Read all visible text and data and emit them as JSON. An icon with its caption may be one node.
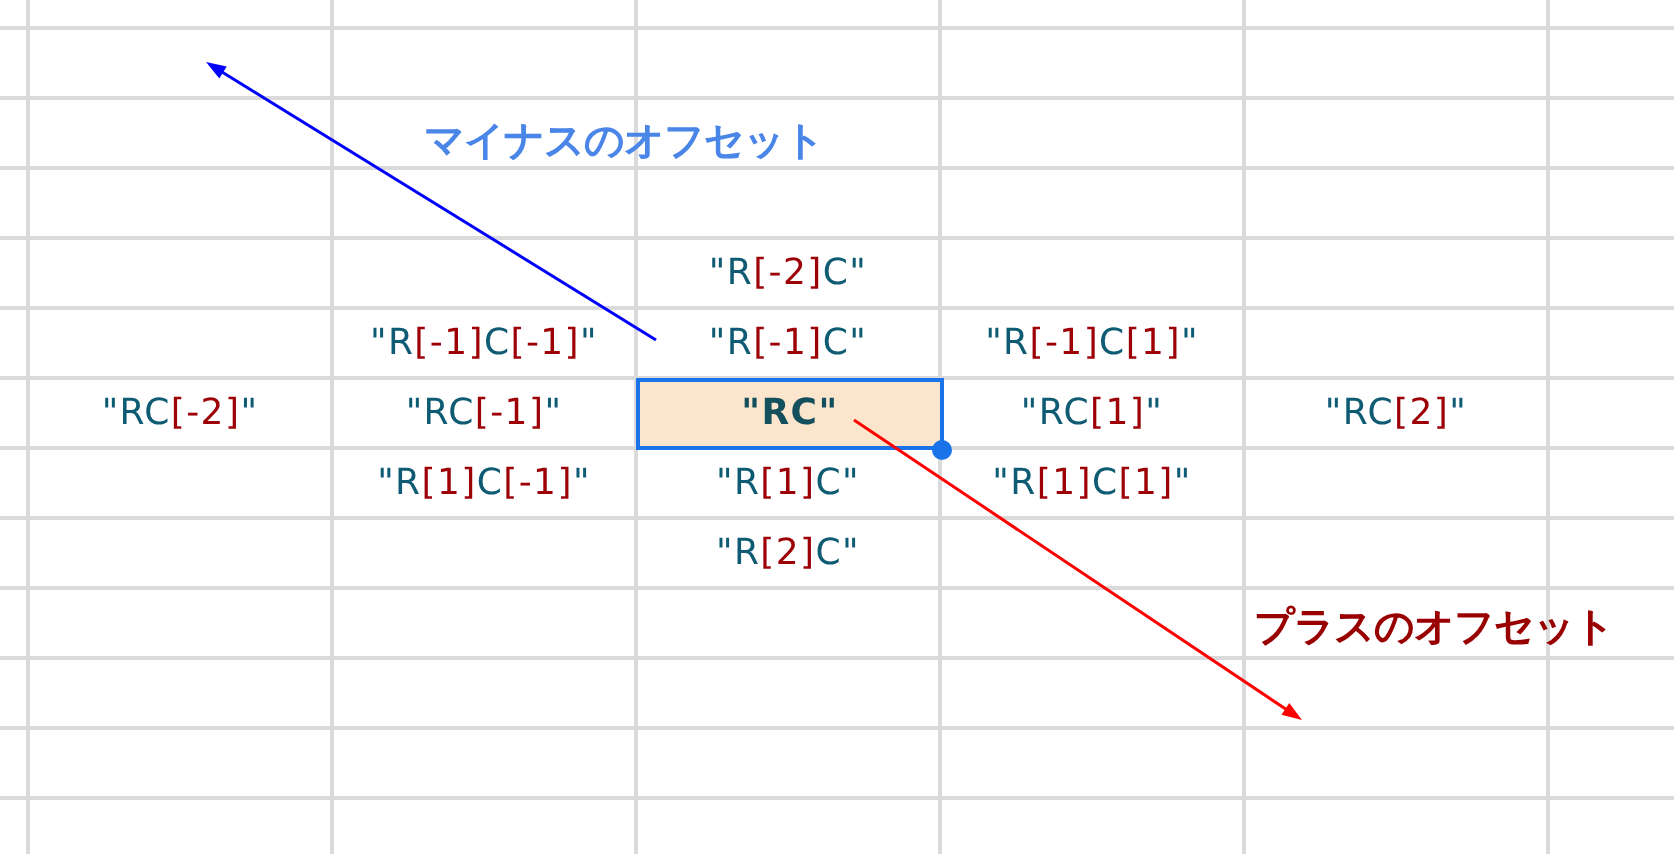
{
  "diagram": {
    "nodes": [
      {
        "text": [
          "\"RC\""
        ]
      }
    ],
    "labels": [
      "マイナスのオフセット",
      "\"R[-2]C\"",
      "\"R[-1]C[-1]\"",
      "\"R[-1]C\"",
      "\"R[-1]C[1]\"",
      "\"RC[-2]\"",
      "\"RC[-1]\"",
      "\"RC[1]\"",
      "\"RC[2]\"",
      "\"R[1]C[-1]\"",
      "\"R[1]C\"",
      "\"R[1]C[1]\"",
      "\"R[2]C\"",
      "プラスのオフセット"
    ]
  }
}
